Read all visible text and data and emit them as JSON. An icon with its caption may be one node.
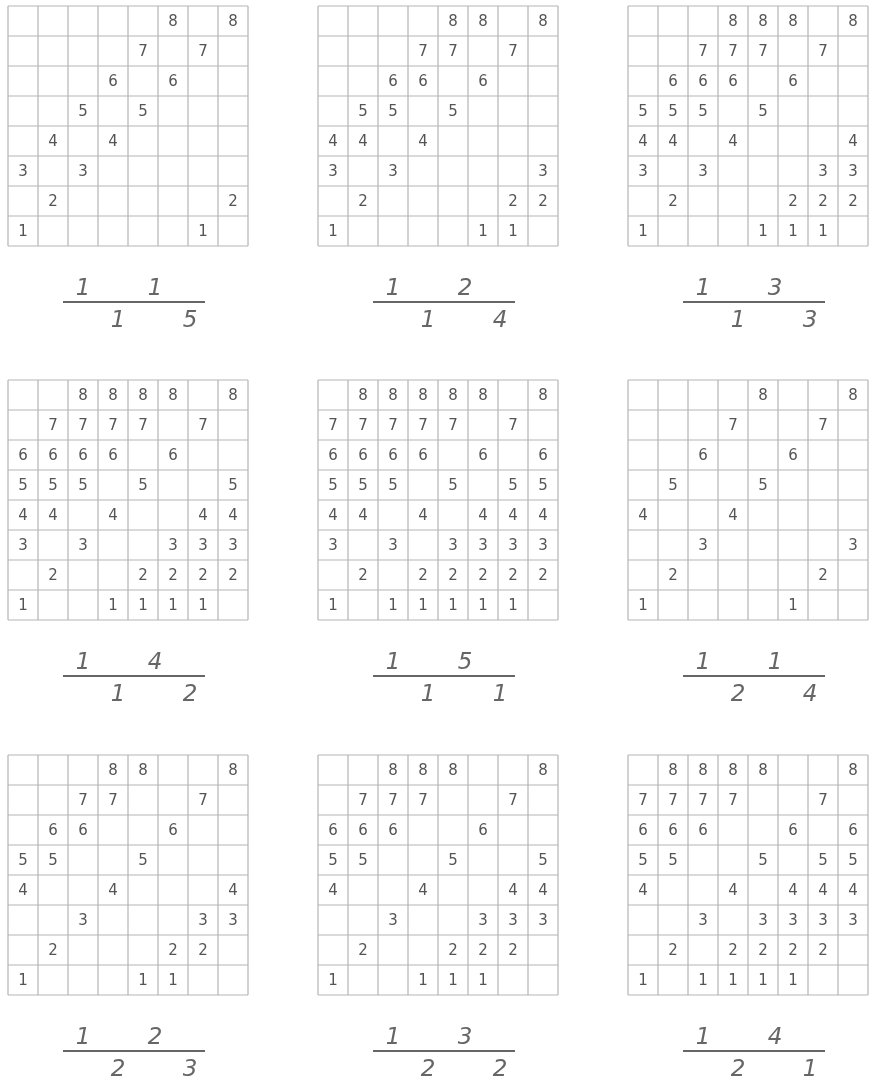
{
  "diagram": {
    "labels": [
      "8",
      "8",
      "7",
      "7",
      "6",
      "6",
      "5",
      "5",
      "4",
      "4",
      "3",
      "3",
      "2",
      "2",
      "1",
      "1",
      "1",
      "1",
      "1",
      "5",
      "8",
      "8",
      "8",
      "7",
      "7",
      "7",
      "6",
      "6",
      "6",
      "5",
      "5",
      "5",
      "4",
      "4",
      "4",
      "3",
      "3",
      "3",
      "2",
      "2",
      "2",
      "1",
      "1",
      "1",
      "1",
      "2",
      "1",
      "4",
      "8",
      "8",
      "8",
      "8",
      "7",
      "7",
      "7",
      "7",
      "6",
      "6",
      "6",
      "6",
      "5",
      "5",
      "5",
      "5",
      "4",
      "4",
      "4",
      "4",
      "3",
      "3",
      "3",
      "3",
      "2",
      "2",
      "2",
      "2",
      "1",
      "1",
      "1",
      "1",
      "1",
      "3",
      "1",
      "3",
      "8",
      "8",
      "8",
      "8",
      "8",
      "7",
      "7",
      "7",
      "7",
      "7",
      "6",
      "6",
      "6",
      "6",
      "6",
      "5",
      "5",
      "5",
      "5",
      "5",
      "4",
      "4",
      "4",
      "4",
      "4",
      "3",
      "3",
      "3",
      "3",
      "3",
      "2",
      "2",
      "2",
      "2",
      "2",
      "1",
      "1",
      "1",
      "1",
      "1",
      "1",
      "4",
      "1",
      "2",
      "8",
      "8",
      "8",
      "8",
      "8",
      "8",
      "7",
      "7",
      "7",
      "7",
      "7",
      "7",
      "6",
      "6",
      "6",
      "6",
      "6",
      "6",
      "5",
      "5",
      "5",
      "5",
      "5",
      "5",
      "4",
      "4",
      "4",
      "4",
      "4",
      "4",
      "3",
      "3",
      "3",
      "3",
      "3",
      "3",
      "2",
      "2",
      "2",
      "2",
      "2",
      "2",
      "1",
      "1",
      "1",
      "1",
      "1",
      "1",
      "1",
      "5",
      "1",
      "1",
      "8",
      "8",
      "7",
      "7",
      "6",
      "6",
      "5",
      "5",
      "4",
      "4",
      "3",
      "3",
      "2",
      "2",
      "1",
      "1",
      "1",
      "1",
      "2",
      "4",
      "8",
      "8",
      "8",
      "7",
      "7",
      "7",
      "6",
      "6",
      "6",
      "5",
      "5",
      "5",
      "4",
      "4",
      "4",
      "3",
      "3",
      "3",
      "2",
      "2",
      "2",
      "1",
      "1",
      "1",
      "1",
      "2",
      "2",
      "3",
      "8",
      "8",
      "8",
      "8",
      "7",
      "7",
      "7",
      "7",
      "6",
      "6",
      "6",
      "6",
      "5",
      "5",
      "5",
      "5",
      "4",
      "4",
      "4",
      "4",
      "3",
      "3",
      "3",
      "3",
      "2",
      "2",
      "2",
      "2",
      "1",
      "1",
      "1",
      "1",
      "1",
      "3",
      "2",
      "2",
      "8",
      "8",
      "8",
      "8",
      "8",
      "7",
      "7",
      "7",
      "7",
      "7",
      "6",
      "6",
      "6",
      "6",
      "6",
      "5",
      "5",
      "5",
      "5",
      "5",
      "4",
      "4",
      "4",
      "4",
      "4",
      "3",
      "3",
      "3",
      "3",
      "3",
      "2",
      "2",
      "2",
      "2",
      "2",
      "1",
      "1",
      "1",
      "1",
      "1",
      "1",
      "4",
      "2",
      "1"
    ]
  }
}
